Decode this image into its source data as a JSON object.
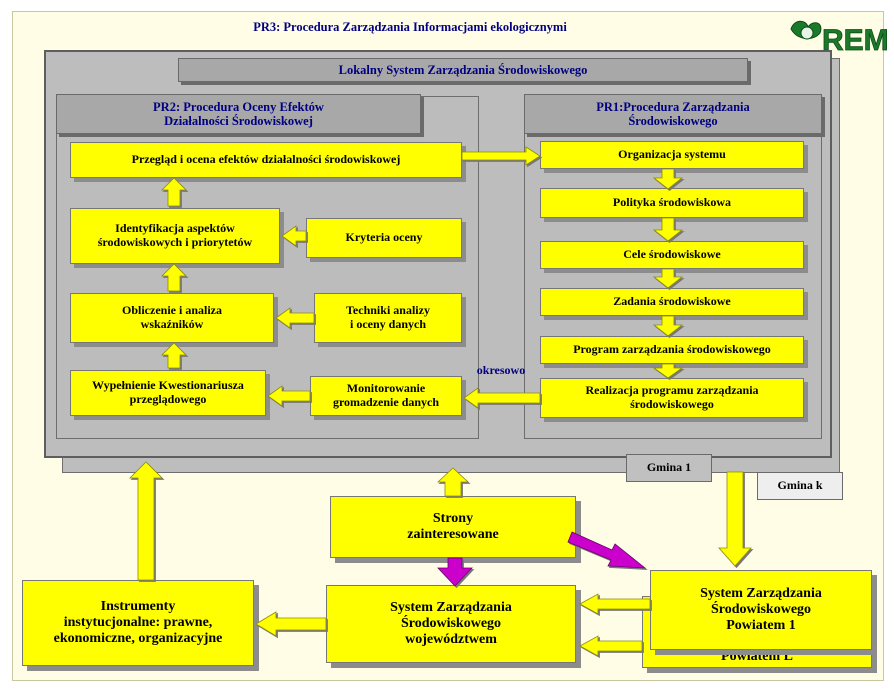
{
  "title": "PR3: Procedura Zarządzania Informacjami ekologicznymi",
  "logo": "REMA",
  "lokalny": "Lokalny System Zarządzania Środowiskowego",
  "pr2": {
    "line1": "PR2: Procedura Oceny Efektów",
    "line2": "Działalności Środowiskowej"
  },
  "pr1": {
    "line1": "PR1:Procedura Zarządzania",
    "line2": "Środowiskowego"
  },
  "left_boxes": {
    "przeglad": "Przegląd i ocena  efektów działalności  środowiskowej",
    "ident1": "Identyfikacja aspektów",
    "ident2": "środowiskowych i priorytetów",
    "kryteria": "Kryteria oceny",
    "oblicz1": "Obliczenie i analiza",
    "oblicz2": "wskaźników",
    "tech1": "Techniki  analizy",
    "tech2": "i oceny danych",
    "wypeln1": "Wypełnienie Kwestionariusza",
    "wypeln2": "przeglądowego",
    "monit1": "Monitorowanie",
    "monit2": "gromadzenie danych"
  },
  "right_boxes": {
    "organizacja": "Organizacja systemu",
    "polityka": "Polityka środowiskowa",
    "cele": "Cele środowiskowe",
    "zadania": "Zadania środowiskowe",
    "program": "Program zarządzania środowiskowego",
    "realizacja1": "Realizacja programu zarządzania",
    "realizacja2": "środowiskowego"
  },
  "okresowo": "okresowo",
  "gmina1": "Gmina  1",
  "gminak": "Gmina  k",
  "strony1": "Strony",
  "strony2": "zainteresowane",
  "instrumenty1": "Instrumenty",
  "instrumenty2": "instytucjonalne: prawne,",
  "instrumenty3": "ekonomiczne, organizacyjne",
  "woj1": "System Zarządzania",
  "woj2": "Środowiskowego",
  "woj3": "województwem",
  "pow1": "System Zarządzania",
  "pow2": "Środowiskowego",
  "pow3": "Powiatem 1",
  "powL": "Powiatem L",
  "colors": {
    "yellow": "#ffff00",
    "gray": "#bdbdbd",
    "magenta": "#cc00cc",
    "navy": "#000080"
  }
}
